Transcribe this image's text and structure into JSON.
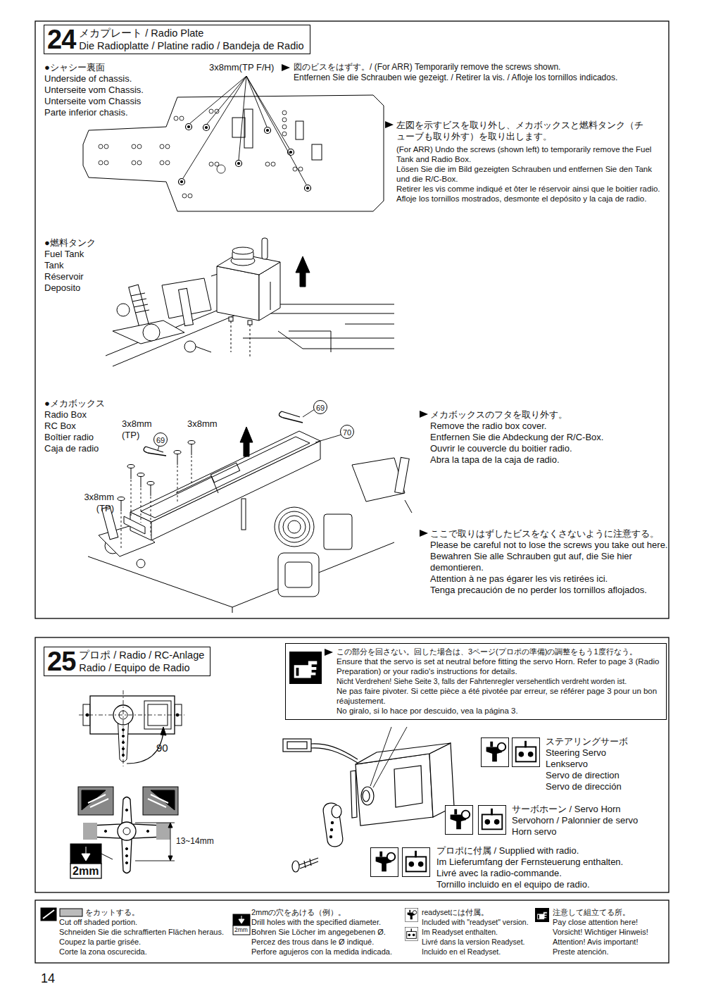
{
  "diagram": {
    "nodes": [
      {
        "text": [
          "24",
          "メカプレート / Radio Plate",
          "Die Radioplatte / Platine radio / Bandeja de Radio"
        ]
      },
      {
        "text": [
          "69"
        ]
      },
      {
        "text": [
          "70"
        ]
      },
      {
        "text": [
          "69"
        ]
      },
      {
        "text": [
          "25",
          "プロポ / Radio / RC-Anlage",
          "Radio / Equipo de Radio"
        ]
      },
      {
        "text": [
          "この部分を回さない。回した場合は、3ページ(プロポの準備)の調整をもう1度行なう。",
          "Ensure that the servo is set at neutral before fitting the servo Horn. Refer to page 3 (Radio Preparation) or your radio's instructions for details.",
          "Nicht Verdrehen! Siehe Seite 3, falls der Fahrtenregler versehentlich verdreht worden ist.",
          "Ne pas faire pivoter. Si cette pièce a été pivotée par erreur, se référer page 3 pour un bon réajustement.",
          "No giralo, si lo hace por descuido, vea la página 3."
        ]
      }
    ],
    "labels": [
      "●シャシー裏面",
      "Underside of chassis.",
      "Unterseite vom Chassis.",
      "Unterseite vom Chassis",
      "Parte inferior chasis.",
      "3x8mm(TP F/H)",
      "図のビスをはずす。/ (For ARR) Temporarily remove the screws shown.",
      "Entfernen Sie die Schrauben wie gezeigt. / Retirer la vis. / Afloje los tornillos indicados.",
      "左図を示すビスを取り外し、メカボックスと燃料タンク（チューブも取り外す）を取り出します。",
      "(For ARR) Undo the screws (shown left) to temporarily remove the Fuel Tank and Radio Box.",
      "Lösen Sie die im Bild gezeigten Schrauben und entfernen Sie den Tank und die R/C-Box.",
      "Retirer les vis comme indiqué et ôter le réservoir ainsi que le boitier radio.",
      "Afloje los tornillos mostrados, desmonte el depósito y la caja de radio.",
      "●燃料タンク",
      "Fuel Tank",
      "Tank",
      "Réservoir",
      "Deposito",
      "●メカボックス",
      "Radio Box",
      "RC Box",
      "Boîtier radio",
      "Caja de radio",
      "3x8mm (TP)",
      "3x8mm",
      "3x8mm (TP)",
      "メカボックスのフタを取り外す。",
      "Remove the radio box cover.",
      "Entfernen Sie die Abdeckung der R/C-Box.",
      "Ouvrir le couvercle du boitier radio.",
      "Abra la tapa de la caja de radio.",
      "ここで取りはずしたビスをなくさないように注意する。",
      "Please be careful not to lose the screws you take out here.",
      "Bewahren Sie alle Schrauben gut auf, die Sie hier demontieren.",
      "Attention à ne pas égarer les vis retirées ici.",
      "Tenga precaución de no perder los tornillos aflojados.",
      "90",
      "13~14mm",
      "2mm",
      "ステアリングサーボ",
      "Steering Servo",
      "Lenkservo",
      "Servo de direction",
      "Servo de dirección",
      "サーボホーン / Servo Horn",
      "Servohorn / Palonnier de servo",
      "Horn servo",
      "プロポに付属 / Supplied with radio.",
      "Im Lieferumfang der Fernsteuerung enthalten.",
      "Livré avec la radio-commande.",
      "Tornillo incluido en el equipo de radio.",
      "をカットする。",
      "Cut off shaded portion.",
      "Schneiden Sie die schraffierten Flächen heraus.",
      "Coupez la partie grisée.",
      "Corte la zona oscurecida.",
      "2mmの穴をあける（例）。",
      "Drill holes with the specified diameter.",
      "Bohren Sie Löcher im angegebenen Ø.",
      "Percez des trous dans le Ø indiqué.",
      "Perfore agujeros con la medida indicada.",
      "2mm",
      "readysetには付属。",
      "Included with \"readyset\" version.",
      "Im Readyset enthalten.",
      "Livré dans la version Readyset.",
      "Incluido en el Readyset.",
      "注意して組立てる所。",
      "Pay close attention here!",
      "Vorsicht!  Wichtiger Hinweis!",
      "Attention! Avis important!",
      "Preste atención.",
      "14"
    ]
  }
}
